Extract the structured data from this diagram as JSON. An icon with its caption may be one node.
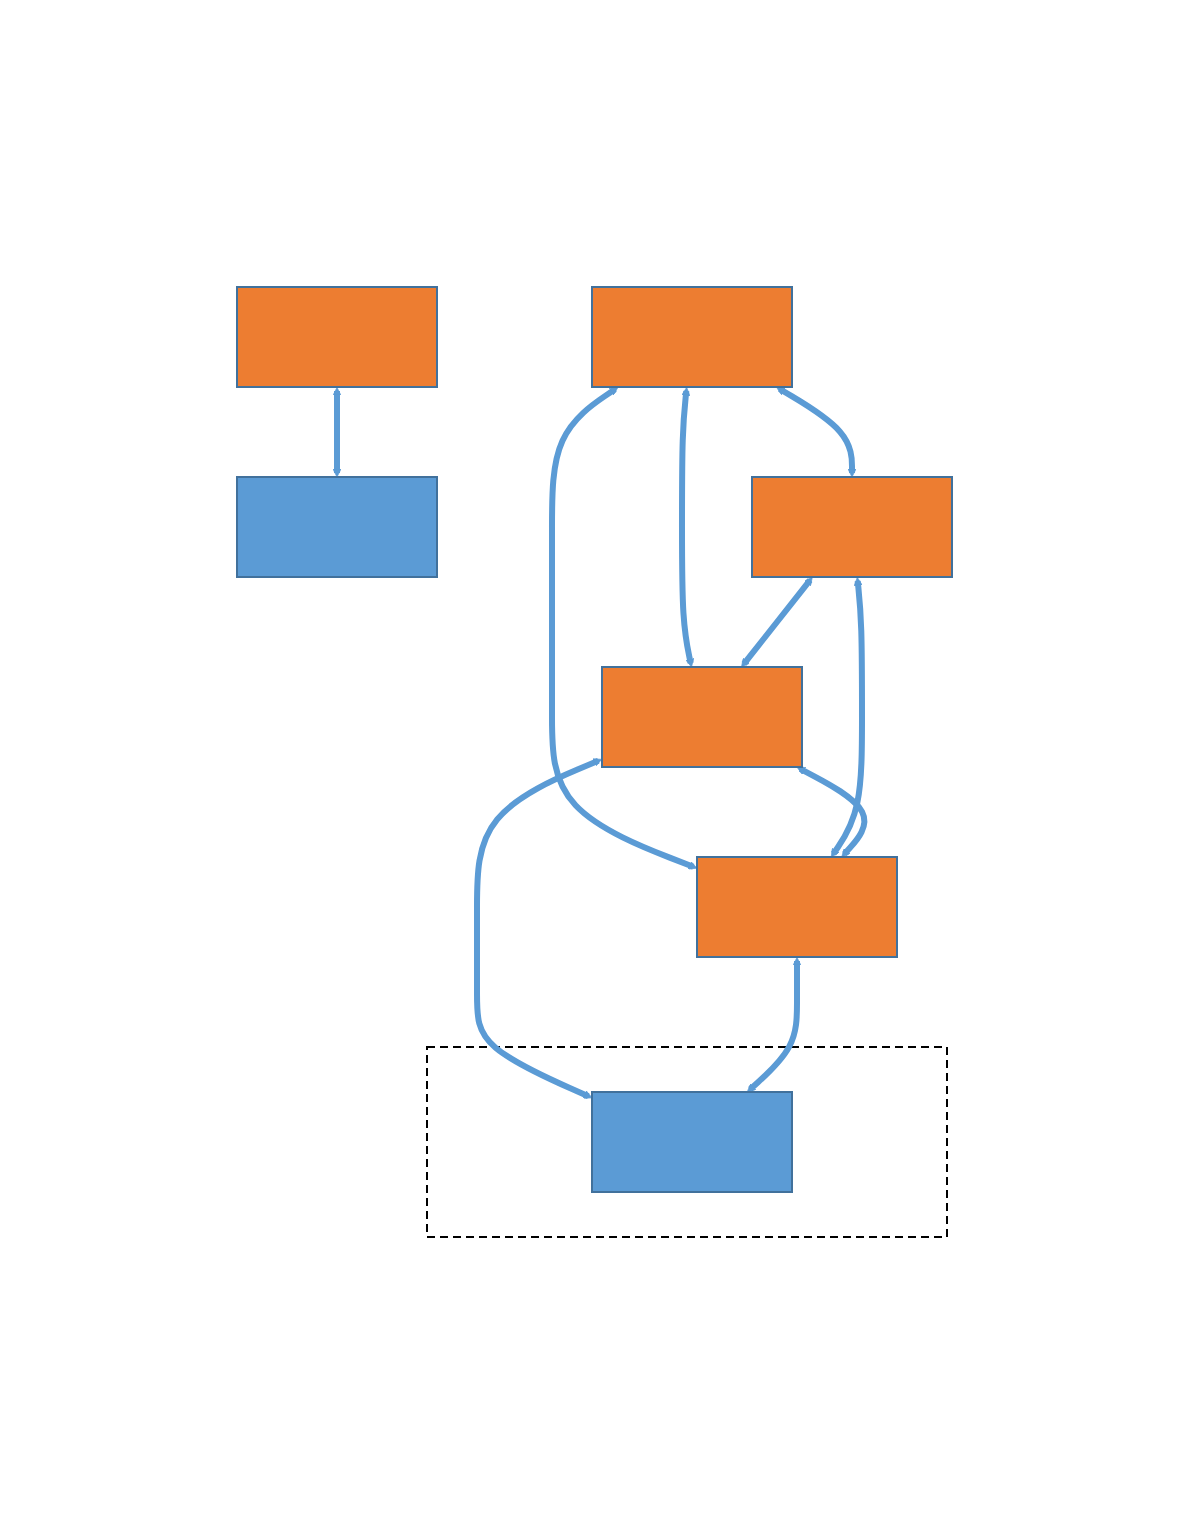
{
  "diagram": {
    "nodes": [
      {
        "text": [],
        "shape": "box"
      },
      {
        "text": [],
        "shape": "box"
      },
      {
        "text": [],
        "shape": "box"
      },
      {
        "text": [],
        "shape": "box"
      },
      {
        "text": [],
        "shape": "box"
      },
      {
        "text": [],
        "shape": "box"
      },
      {
        "text": [],
        "shape": "box"
      },
      {
        "text": [],
        "shape": "box",
        "in": 6
      }
    ],
    "edges": [
      {
        "from": 0,
        "to": 1,
        "arrow": "both"
      },
      {
        "from": 2,
        "to": 3,
        "arrow": "both"
      },
      {
        "from": 2,
        "to": 4,
        "arrow": "both"
      },
      {
        "from": 2,
        "to": 5,
        "arrow": "both"
      },
      {
        "from": 3,
        "to": 4,
        "arrow": "both"
      },
      {
        "from": 3,
        "to": 5,
        "arrow": "both"
      },
      {
        "from": 4,
        "to": 5,
        "arrow": "both"
      },
      {
        "from": 4,
        "to": 7,
        "arrow": "both"
      },
      {
        "from": 5,
        "to": 7,
        "arrow": "both"
      }
    ]
  }
}
